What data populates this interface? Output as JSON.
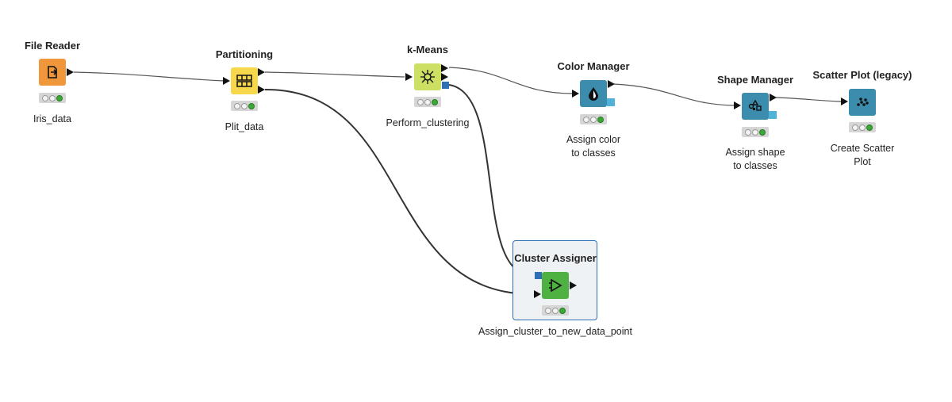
{
  "workflow": {
    "nodes": {
      "file_reader": {
        "title": "File Reader",
        "label": "Iris_data",
        "icon": "file-reader-icon",
        "color": "#f0973c"
      },
      "partitioning": {
        "title": "Partitioning",
        "label": "Plit_data",
        "icon": "partitioning-icon",
        "color": "#f7d84c"
      },
      "kmeans": {
        "title": "k-Means",
        "label": "Perform_clustering",
        "icon": "kmeans-icon",
        "color": "#cde063"
      },
      "color_manager": {
        "title": "Color Manager",
        "label_line1": "Assign color",
        "label_line2": "to classes",
        "icon": "color-drop-icon",
        "color": "#3c8cad"
      },
      "shape_manager": {
        "title": "Shape Manager",
        "label_line1": "Assign shape",
        "label_line2": "to classes",
        "icon": "shapes-icon",
        "color": "#3c8cad"
      },
      "scatter_plot": {
        "title": "Scatter Plot (legacy)",
        "label_line1": "Create Scatter",
        "label_line2": "Plot",
        "icon": "scatter-plot-icon",
        "color": "#3c8cad"
      },
      "cluster_assigner": {
        "title": "Cluster Assigner",
        "label": "Assign_cluster_to_new_data_point",
        "icon": "cluster-assigner-icon",
        "color": "#4fb142",
        "selected": true
      }
    },
    "status": {
      "executed": "green"
    },
    "colors": {
      "edge": "#555555",
      "edge_strong": "#333333",
      "model_port": "#2e6fb5",
      "view_port": "#4fb3d9",
      "selection": "#2e6fb5"
    }
  }
}
